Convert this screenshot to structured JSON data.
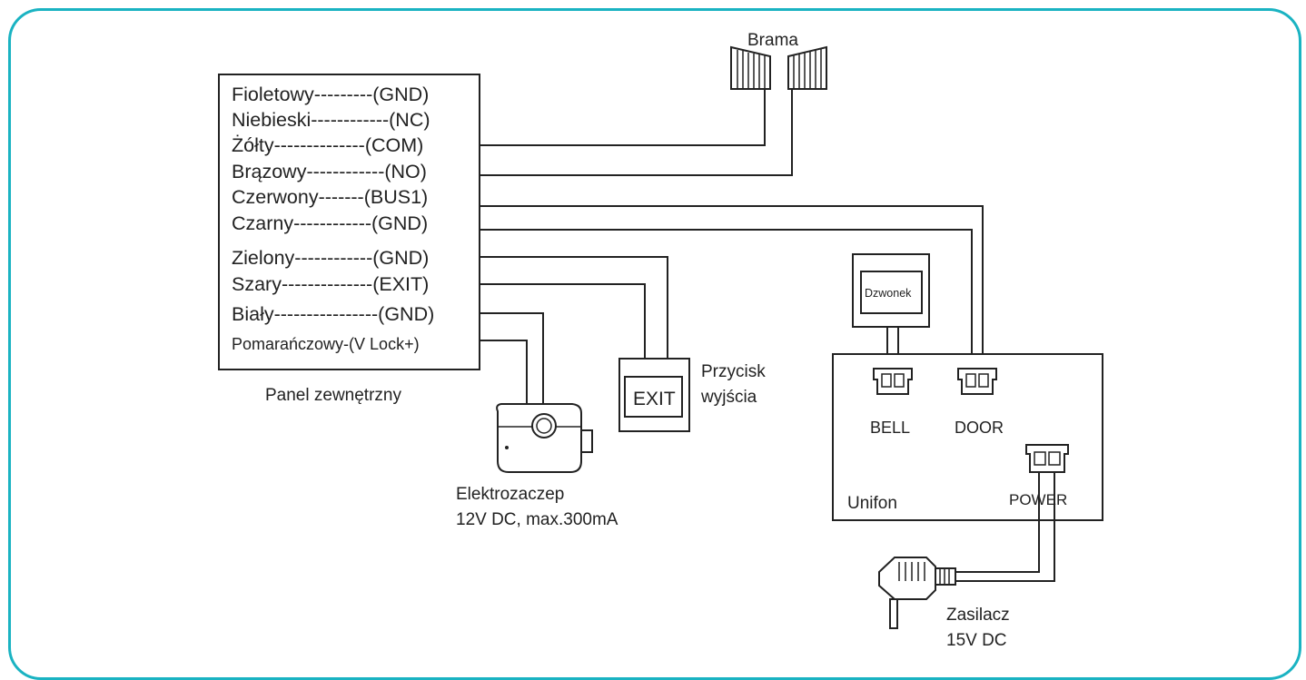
{
  "diagram": {
    "frame_color": "#1ab3c2",
    "panel": {
      "title": "Panel zewnętrzny",
      "wires": [
        "Fioletowy---------(GND)",
        "Niebieski------------(NC)",
        "Żółty--------------(COM)",
        "Brązowy------------(NO)",
        "Czerwony-------(BUS1)",
        "Czarny------------(GND)",
        "Zielony------------(GND)",
        "Szary--------------(EXIT)",
        "Biały----------------(GND)",
        "Pomarańczowy-(V Lock+)"
      ]
    },
    "gate": {
      "label": "Brama"
    },
    "exit_button": {
      "button_text": "EXIT",
      "label_line1": "Przycisk",
      "label_line2": "wyjścia"
    },
    "strike": {
      "label_line1": "Elektrozaczep",
      "label_line2": "12V DC, max.300mA"
    },
    "bell": {
      "label": "Dzwonek"
    },
    "intercom": {
      "label": "Unifon",
      "bell_port": "BELL",
      "door_port": "DOOR",
      "power_port": "POWER"
    },
    "power_supply": {
      "label_line1": "Zasilacz",
      "label_line2": "15V DC"
    }
  }
}
